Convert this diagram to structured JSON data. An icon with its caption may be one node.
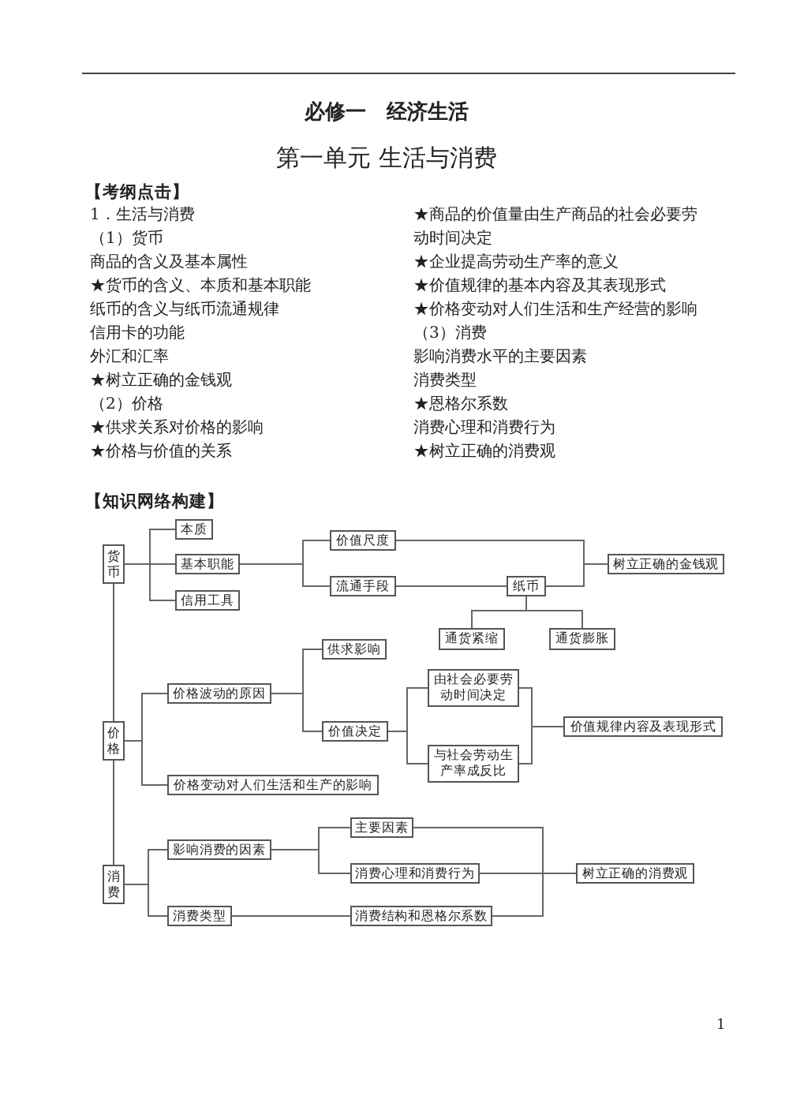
{
  "diagram": {
    "title": "必修一　经济生活",
    "nodes": [
      {
        "text": [
          "货币"
        ]
      },
      {
        "text": [
          "本质"
        ]
      },
      {
        "text": [
          "基本职能"
        ]
      },
      {
        "text": [
          "信用工具"
        ]
      },
      {
        "text": [
          "价值尺度"
        ]
      },
      {
        "text": [
          "流通手段"
        ]
      },
      {
        "text": [
          "纸币"
        ]
      },
      {
        "text": [
          "树立正确的金钱观"
        ]
      },
      {
        "text": [
          "通货紧缩"
        ]
      },
      {
        "text": [
          "通货膨胀"
        ]
      },
      {
        "text": [
          "价格"
        ]
      },
      {
        "text": [
          "价格波动的原因"
        ]
      },
      {
        "text": [
          "供求影响"
        ]
      },
      {
        "text": [
          "价值决定"
        ]
      },
      {
        "text": [
          "由社会必要劳动时间决定"
        ]
      },
      {
        "text": [
          "与社会劳动生产率成反比"
        ]
      },
      {
        "text": [
          "价值规律内容及表现形式"
        ]
      },
      {
        "text": [
          "价格变动对人们生活和生产的影响"
        ]
      },
      {
        "text": [
          "消费"
        ]
      },
      {
        "text": [
          "影响消费的因素"
        ]
      },
      {
        "text": [
          "主要因素"
        ]
      },
      {
        "text": [
          "消费心理和消费行为"
        ]
      },
      {
        "text": [
          "树立正确的消费观"
        ]
      },
      {
        "text": [
          "消费类型"
        ]
      },
      {
        "text": [
          "消费结构和恩格尔系数"
        ]
      }
    ],
    "edges": [
      {
        "from": 0,
        "to": 1,
        "arrow": "none"
      },
      {
        "from": 0,
        "to": 2,
        "arrow": "none"
      },
      {
        "from": 0,
        "to": 3,
        "arrow": "none"
      },
      {
        "from": 2,
        "to": 4,
        "arrow": "none"
      },
      {
        "from": 2,
        "to": 5,
        "arrow": "none"
      },
      {
        "from": 5,
        "to": 6,
        "arrow": "none"
      },
      {
        "from": 4,
        "to": 7,
        "arrow": "none"
      },
      {
        "from": 6,
        "to": 7,
        "arrow": "none"
      },
      {
        "from": 6,
        "to": 8,
        "arrow": "none"
      },
      {
        "from": 6,
        "to": 9,
        "arrow": "none"
      },
      {
        "from": 0,
        "to": 10,
        "arrow": "none"
      },
      {
        "from": 10,
        "to": 11,
        "arrow": "none"
      },
      {
        "from": 10,
        "to": 17,
        "arrow": "none"
      },
      {
        "from": 11,
        "to": 12,
        "arrow": "none"
      },
      {
        "from": 11,
        "to": 13,
        "arrow": "none"
      },
      {
        "from": 13,
        "to": 14,
        "arrow": "none"
      },
      {
        "from": 13,
        "to": 15,
        "arrow": "none"
      },
      {
        "from": 14,
        "to": 16,
        "arrow": "none"
      },
      {
        "from": 15,
        "to": 16,
        "arrow": "none"
      },
      {
        "from": 10,
        "to": 18,
        "arrow": "none"
      },
      {
        "from": 18,
        "to": 19,
        "arrow": "none"
      },
      {
        "from": 18,
        "to": 23,
        "arrow": "none"
      },
      {
        "from": 19,
        "to": 20,
        "arrow": "none"
      },
      {
        "from": 19,
        "to": 21,
        "arrow": "none"
      },
      {
        "from": 23,
        "to": 24,
        "arrow": "none"
      },
      {
        "from": 20,
        "to": 22,
        "arrow": "none"
      },
      {
        "from": 21,
        "to": 22,
        "arrow": "none"
      },
      {
        "from": 24,
        "to": 22,
        "arrow": "none"
      }
    ],
    "labels": [
      "第一单元 生活与消费",
      "【考纲点击】",
      "1．生活与消费",
      "（1）货币",
      "商品的含义及基本属性",
      "★货币的含义、本质和基本职能",
      "纸币的含义与纸币流通规律",
      "信用卡的功能",
      "外汇和汇率",
      "★树立正确的金钱观",
      "（2）价格",
      "★供求关系对价格的影响",
      "★价格与价值的关系",
      "★商品的价值量由生产商品的社会必要劳动时间决定",
      "★企业提高劳动生产率的意义",
      "★价值规律的基本内容及其表现形式",
      "★价格变动对人们生活和生产经营的影响",
      "（3）消费",
      "影响消费水平的主要因素",
      "消费类型",
      "★恩格尔系数",
      "消费心理和消费行为",
      "★树立正确的消费观",
      "【知识网络构建】",
      "1"
    ]
  }
}
